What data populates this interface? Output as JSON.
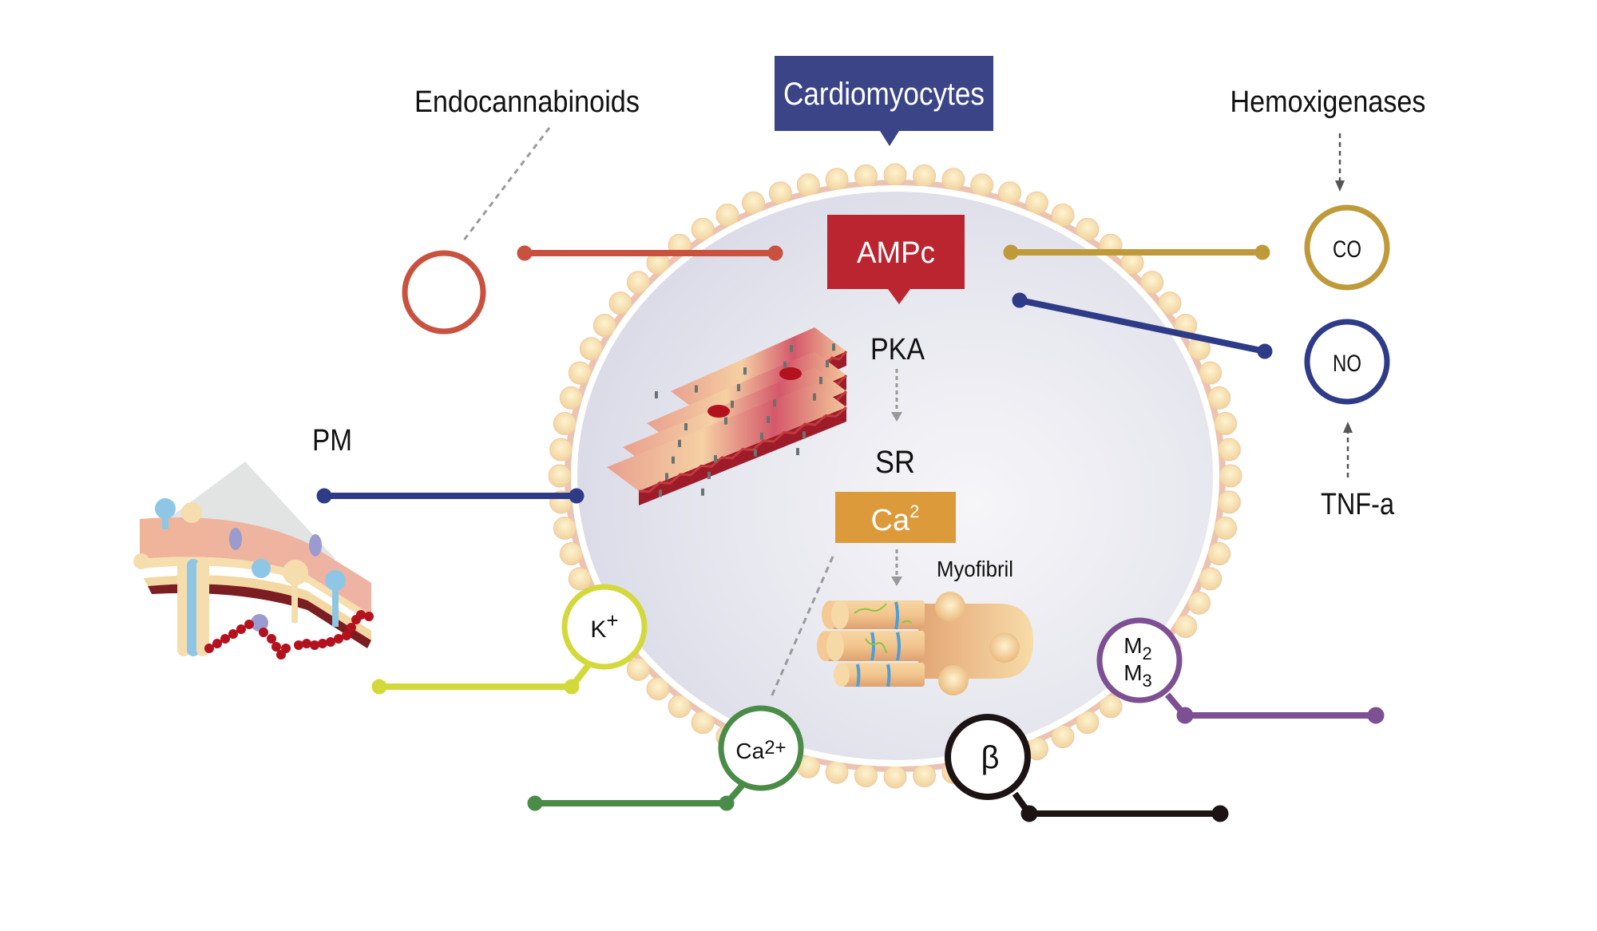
{
  "title": "Cardiomyocytes",
  "labels": {
    "endocannabinoids": "Endocannabinoids",
    "hemoxigenases": "Hemoxigenases",
    "pm": "PM",
    "tnf": "TNF-a",
    "pka": "PKA",
    "sr": "SR",
    "myofibril": "Myofibril"
  },
  "boxes": {
    "ampc": "AMPc",
    "ca_base": "Ca",
    "ca_sup": "2"
  },
  "receptors": {
    "endocannabinoid": {
      "label": "",
      "color": "#c9513f"
    },
    "co": {
      "label": "CO",
      "color": "#bf9a3a"
    },
    "no": {
      "label": "NO",
      "color": "#2e3b87"
    },
    "k": {
      "base": "K",
      "sup": "+",
      "color": "#d4d93b"
    },
    "ca": {
      "base": "Ca",
      "sup": "2+",
      "color": "#4a8c47"
    },
    "beta": {
      "label": "β",
      "color": "#1c1414"
    },
    "m": {
      "m2_base": "M",
      "m2_sub": "2",
      "m3_base": "M",
      "m3_sub": "3",
      "color": "#7d4f93"
    },
    "pm_link": {
      "color": "#2e3b87"
    }
  },
  "colors": {
    "title_bg": "#3a4487",
    "ampc_bg": "#bb2530",
    "ca_box_bg": "#dc9a3b",
    "cell_fill": "#dddde9",
    "bead": "#f7dfae",
    "membrane_band": "#ecc3b1"
  }
}
